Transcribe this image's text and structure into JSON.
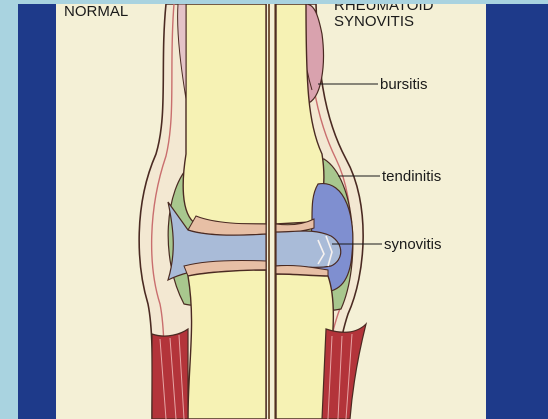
{
  "headings": {
    "left": "NORMAL",
    "right_line1": "RHEUMATOID",
    "right_line2": "SYNOVITIS"
  },
  "callouts": [
    {
      "text": "bursitis"
    },
    {
      "text": "tendinitis"
    },
    {
      "text": "synovitis"
    }
  ],
  "colors": {
    "background_outer": "#a9d3e0",
    "slide_frame": "#1e3a8a",
    "panel": "#f4f0d6",
    "bone": "#f6f2b4",
    "cartilage": "#e7bfa5",
    "synovial_space": "#a9bbd8",
    "inflamed_synovium": "#7f8fd0",
    "capsule": "#a8c78e",
    "bursa": "#d9a2ae",
    "muscle": "#b3343a",
    "outline": "#4a2a22"
  }
}
